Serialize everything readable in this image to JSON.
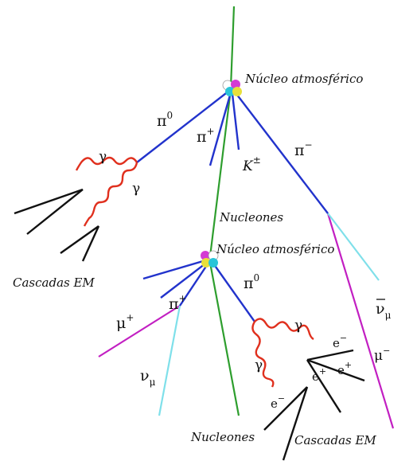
{
  "labels": {
    "nucleus_top": "Núcleo atmosférico",
    "nucleus_mid": "Núcleo atmosférico",
    "pi0_top": "π",
    "pi0_top_sup": "0",
    "pi_plus_top": "π",
    "pi_plus_top_sup": "+",
    "kaon": "K",
    "kaon_sup": "±",
    "pi_minus_top": "π",
    "pi_minus_top_sup": "−",
    "gamma_top_1": "γ",
    "gamma_top_2": "γ",
    "nucleons_mid": "Nucleones",
    "cascadas_left": "Cascadas EM",
    "antinu_mu": "ν",
    "antinu_mu_sub": "μ",
    "pi_plus_mid": "π",
    "pi_plus_mid_sup": "+",
    "pi0_mid": "π",
    "pi0_mid_sup": "0",
    "mu_plus": "μ",
    "mu_plus_sup": "+",
    "gamma_mid_1": "γ",
    "gamma_mid_2": "γ",
    "e_minus_1": "e",
    "e_minus_1_sup": "−",
    "e_plus_1": "e",
    "e_plus_1_sup": "+",
    "e_plus_2": "e",
    "e_plus_2_sup": "+",
    "e_minus_2": "e",
    "e_minus_2_sup": "−",
    "mu_minus": "μ",
    "mu_minus_sup": "−",
    "nu_mu": "ν",
    "nu_mu_sub": "μ",
    "nucleons_bottom": "Nucleones",
    "cascadas_bottom": "Cascadas EM"
  },
  "colors": {
    "hadron": "#2233cc",
    "primary": "#2e9e2e",
    "photon": "#e0301e",
    "em_shower": "#111111",
    "muon": "#c21fc2",
    "neutrino": "#7fe0ea"
  }
}
